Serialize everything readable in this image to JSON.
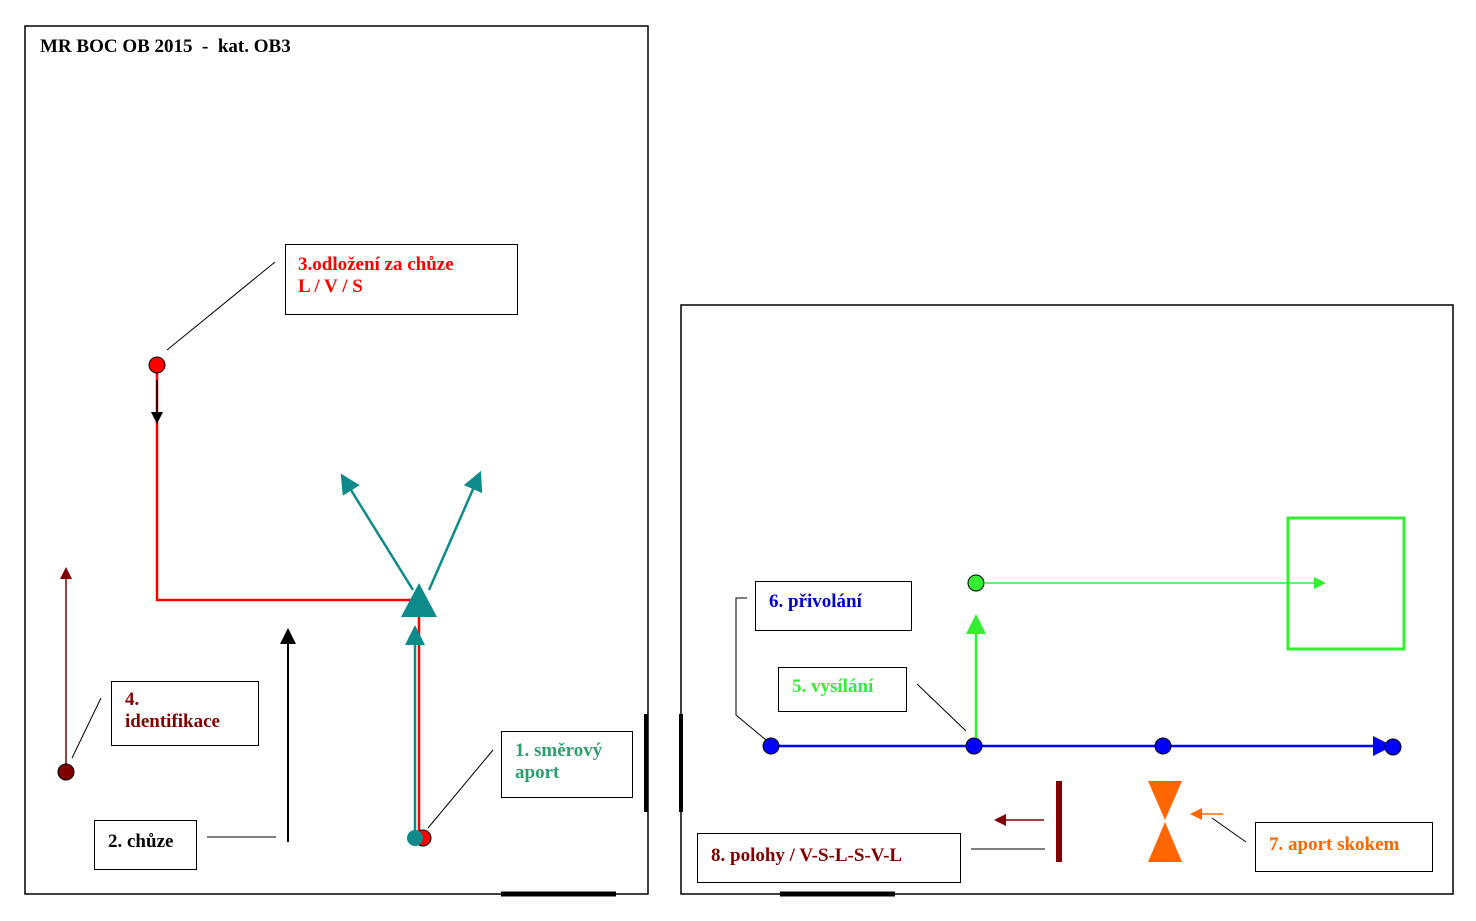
{
  "title": "MR BOC OB 2015  -  kat. OB3",
  "colors": {
    "red": "#ff0000",
    "teal": "#0e8a8a",
    "dark_red": "#800000",
    "blue": "#0000ff",
    "green": "#33ee33",
    "orange": "#ff6600",
    "black": "#000000",
    "label_teal": "#2e9e6e"
  },
  "exercises": [
    {
      "id": 1,
      "label_line1": "1. směrový",
      "label_line2": "aport",
      "color": "#2e9e6e"
    },
    {
      "id": 2,
      "label": "2. chůze",
      "color": "#000000"
    },
    {
      "id": 3,
      "label_line1": "3.odložení za chůze",
      "label_line2": "L / V / S",
      "color": "#ff0000"
    },
    {
      "id": 4,
      "label_line1": "4.",
      "label_line2": "identifikace",
      "color": "#800000"
    },
    {
      "id": 5,
      "label": "5. vysílání",
      "color": "#33ee33"
    },
    {
      "id": 6,
      "label": "6. přivolání",
      "color": "#0000cc"
    },
    {
      "id": 7,
      "label": "7. aport skokem",
      "color": "#ff6600"
    },
    {
      "id": 8,
      "label": "8. polohy / V-S-L-S-V-L",
      "color": "#800000"
    }
  ]
}
